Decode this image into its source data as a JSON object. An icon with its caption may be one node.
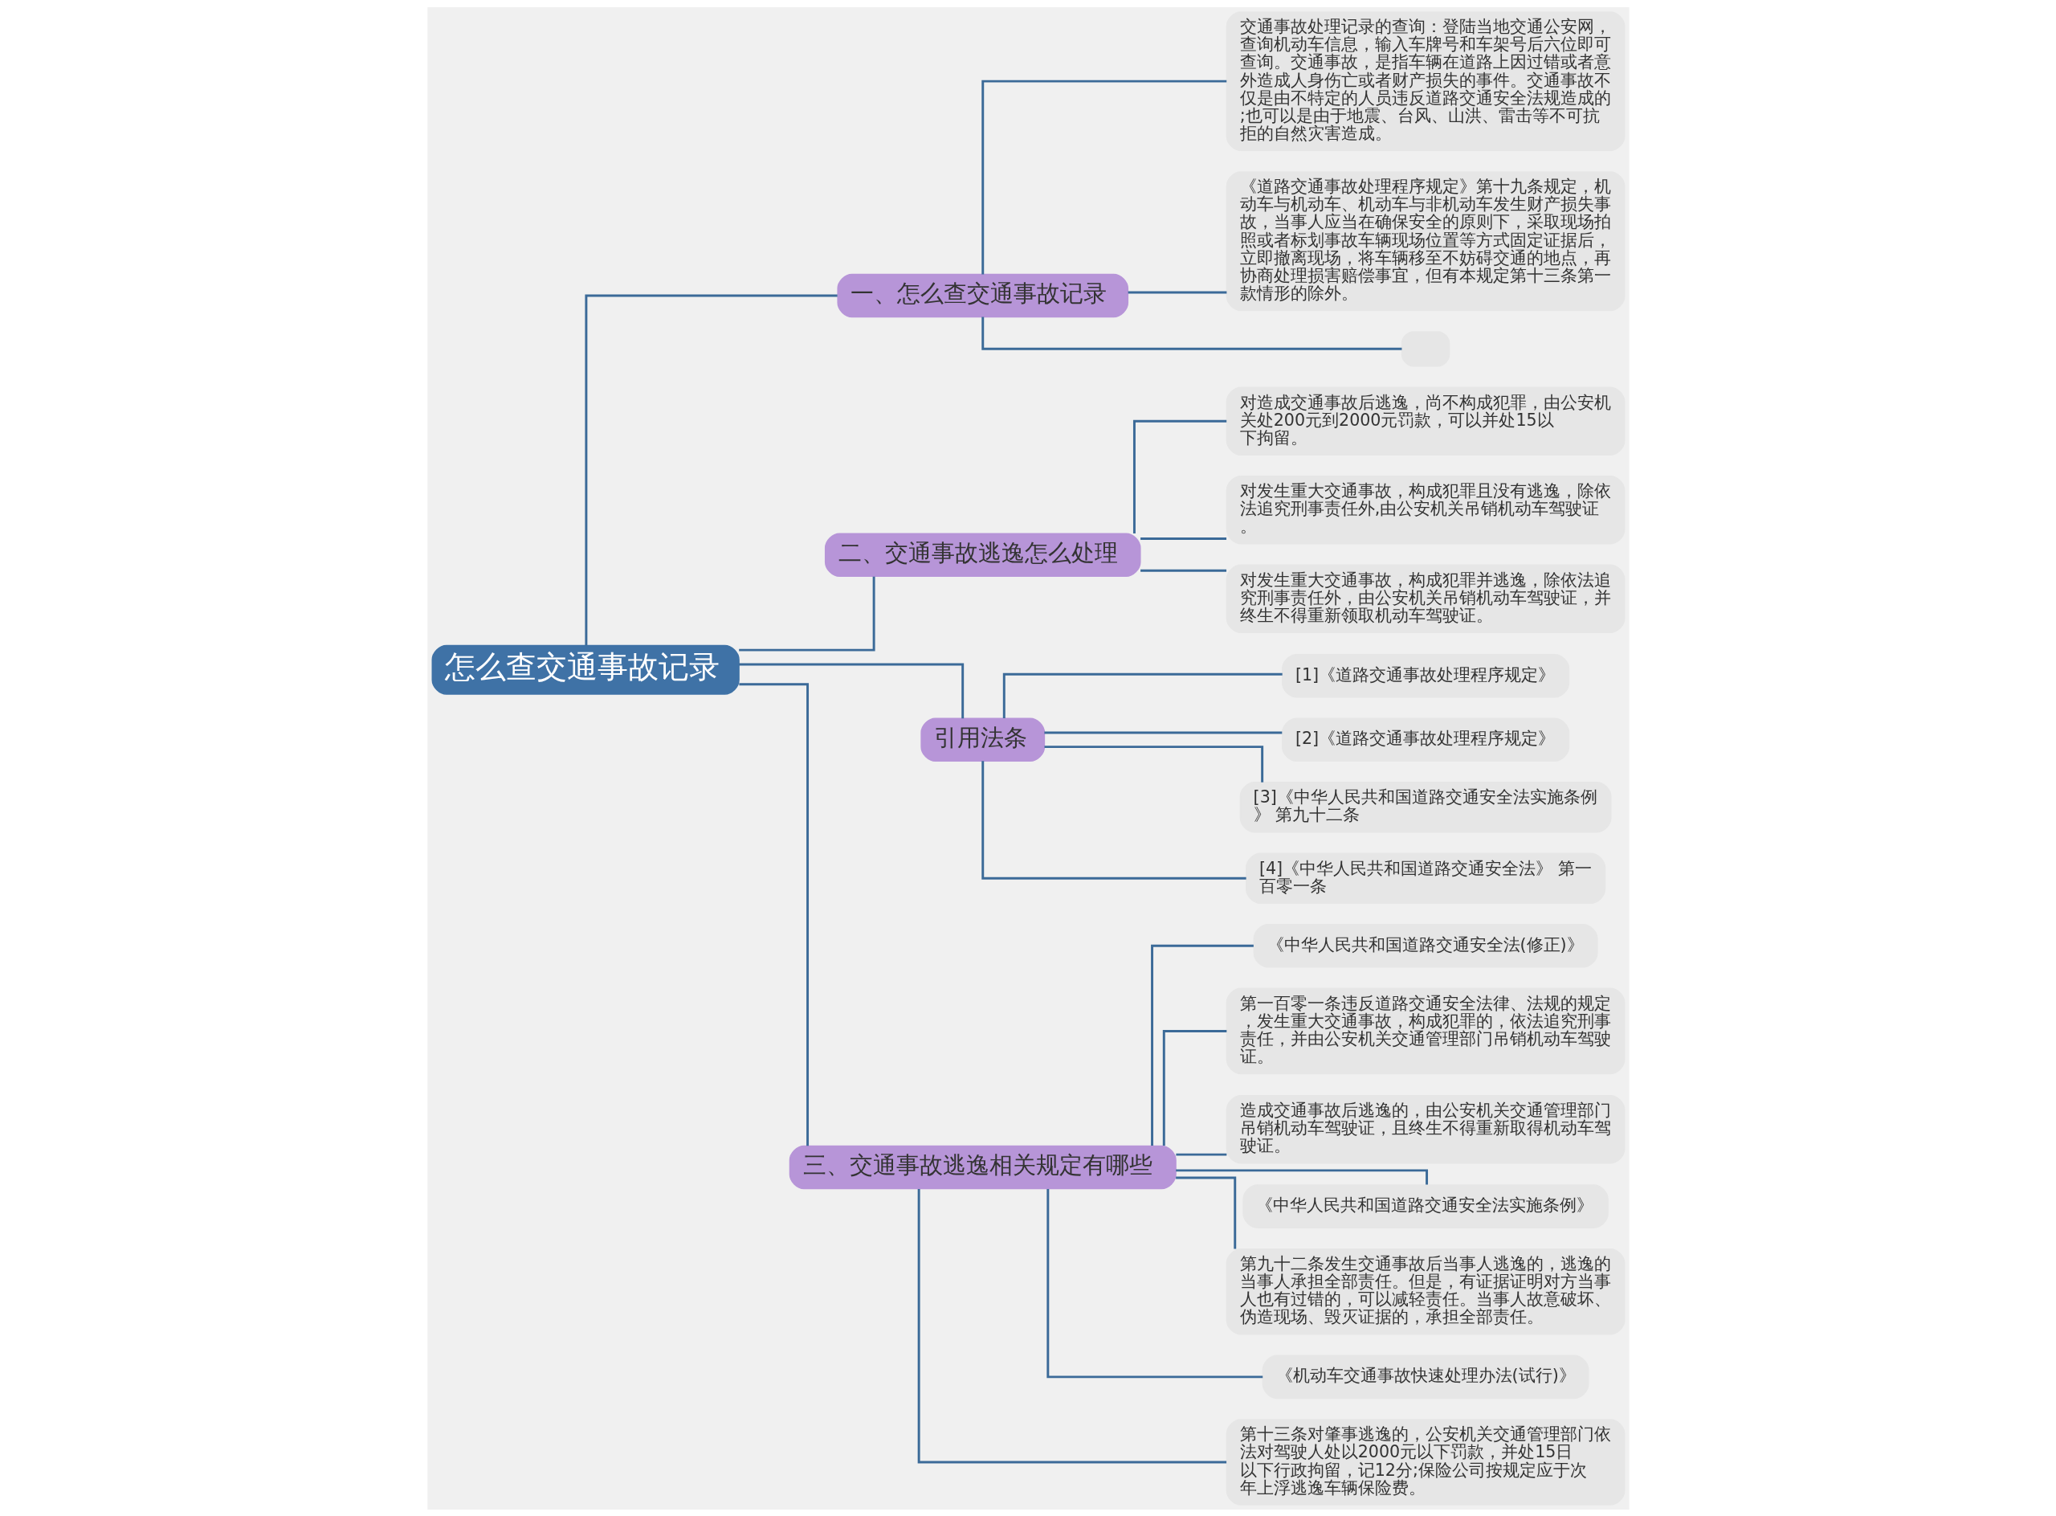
{
  "diagram": {
    "nodes": [
      {
        "text": [
          "怎么查交通事故记录"
        ]
      },
      {
        "text": [
          "一、怎么查交通事故记录"
        ]
      },
      {
        "text": [
          "交通事故处理记录的查询：登陆当地交通公安网，查询机动车信息，输入车牌号和车架号后六位即可查询。交通事故，是指车辆在道路上因过错或者意外造成人身伤亡或者财产损失的事件。交通事故不仅是由不特定的人员违反道路交通安全法规造成的;也可以是由于地震、台风、山洪、雷击等不可抗拒的自然灾害造成。"
        ]
      },
      {
        "text": [
          "《道路交通事故处理程序规定》第十九条规定，机动车与机动车、机动车与非机动车发生财产损失事故，当事人应当在确保安全的原则下，采取现场拍照或者标划事故车辆现场位置等方式固定证据后，立即撤离现场，将车辆移至不妨碍交通的地点，再协商处理损害赔偿事宜，但有本规定第十三条第一款情形的除外。"
        ]
      },
      {
        "text": [],
        "shape": "box"
      },
      {
        "text": [
          "二、交通事故逃逸怎么处理"
        ]
      },
      {
        "text": [
          "对造成交通事故后逃逸，尚不构成犯罪，由公安机关处200元到2000元罚款，可以并处15以下拘留。"
        ]
      },
      {
        "text": [
          "对发生重大交通事故，构成犯罪且没有逃逸，除依法追究刑事责任外,由公安机关吊销机动车驾驶证。"
        ]
      },
      {
        "text": [
          "对发生重大交通事故，构成犯罪并逃逸，除依法追究刑事责任外，由公安机关吊销机动车驾驶证，并终生不得重新领取机动车驾驶证。"
        ]
      },
      {
        "text": [
          "引用法条"
        ]
      },
      {
        "text": [
          "[1]《道路交通事故处理程序规定》"
        ]
      },
      {
        "text": [
          "[2]《道路交通事故处理程序规定》"
        ]
      },
      {
        "text": [
          "[3]《中华人民共和国道路交通安全法实施条例》 第九十二条"
        ]
      },
      {
        "text": [
          "[4]《中华人民共和国道路交通安全法》 第一百零一条"
        ]
      },
      {
        "text": [
          "三、交通事故逃逸相关规定有哪些"
        ]
      },
      {
        "text": [
          "《中华人民共和国道路交通安全法(修正)》"
        ]
      },
      {
        "text": [
          "第一百零一条违反道路交通安全法律、法规的规定，发生重大交通事故，构成犯罪的，依法追究刑事责任，并由公安机关交通管理部门吊销机动车驾驶证。"
        ]
      },
      {
        "text": [
          "造成交通事故后逃逸的，由公安机关交通管理部门吊销机动车驾驶证，且终生不得重新取得机动车驾驶证。"
        ]
      },
      {
        "text": [
          "《中华人民共和国道路交通安全法实施条例》"
        ]
      },
      {
        "text": [
          "第九十二条发生交通事故后当事人逃逸的，逃逸的当事人承担全部责任。但是，有证据证明对方当事人也有过错的，可以减轻责任。当事人故意破坏、伪造现场、毁灭证据的，承担全部责任。"
        ]
      },
      {
        "text": [
          "《机动车交通事故快速处理办法(试行)》"
        ]
      },
      {
        "text": [
          "第十三条对肇事逃逸的，公安机关交通管理部门依法对驾驶人处以2000元以下罚款，并处15日以下行政拘留，记12分;保险公司按规定应于次年上浮逃逸车辆保险费。"
        ]
      }
    ],
    "edges": [
      {
        "from": 0,
        "to": 1,
        "arrow": "none"
      },
      {
        "from": 1,
        "to": 2,
        "arrow": "none"
      },
      {
        "from": 1,
        "to": 3,
        "arrow": "none"
      },
      {
        "from": 1,
        "to": 4,
        "arrow": "none"
      },
      {
        "from": 0,
        "to": 5,
        "arrow": "none"
      },
      {
        "from": 5,
        "to": 6,
        "arrow": "none"
      },
      {
        "from": 5,
        "to": 7,
        "arrow": "none"
      },
      {
        "from": 5,
        "to": 8,
        "arrow": "none"
      },
      {
        "from": 0,
        "to": 9,
        "arrow": "none"
      },
      {
        "from": 9,
        "to": 10,
        "arrow": "none"
      },
      {
        "from": 9,
        "to": 11,
        "arrow": "none"
      },
      {
        "from": 9,
        "to": 12,
        "arrow": "none"
      },
      {
        "from": 9,
        "to": 13,
        "arrow": "none"
      },
      {
        "from": 0,
        "to": 14,
        "arrow": "none"
      },
      {
        "from": 14,
        "to": 15,
        "arrow": "none"
      },
      {
        "from": 14,
        "to": 16,
        "arrow": "none"
      },
      {
        "from": 14,
        "to": 17,
        "arrow": "none"
      },
      {
        "from": 14,
        "to": 18,
        "arrow": "none"
      },
      {
        "from": 14,
        "to": 19,
        "arrow": "none"
      },
      {
        "from": 14,
        "to": 20,
        "arrow": "none"
      },
      {
        "from": 14,
        "to": 21,
        "arrow": "none"
      }
    ]
  }
}
